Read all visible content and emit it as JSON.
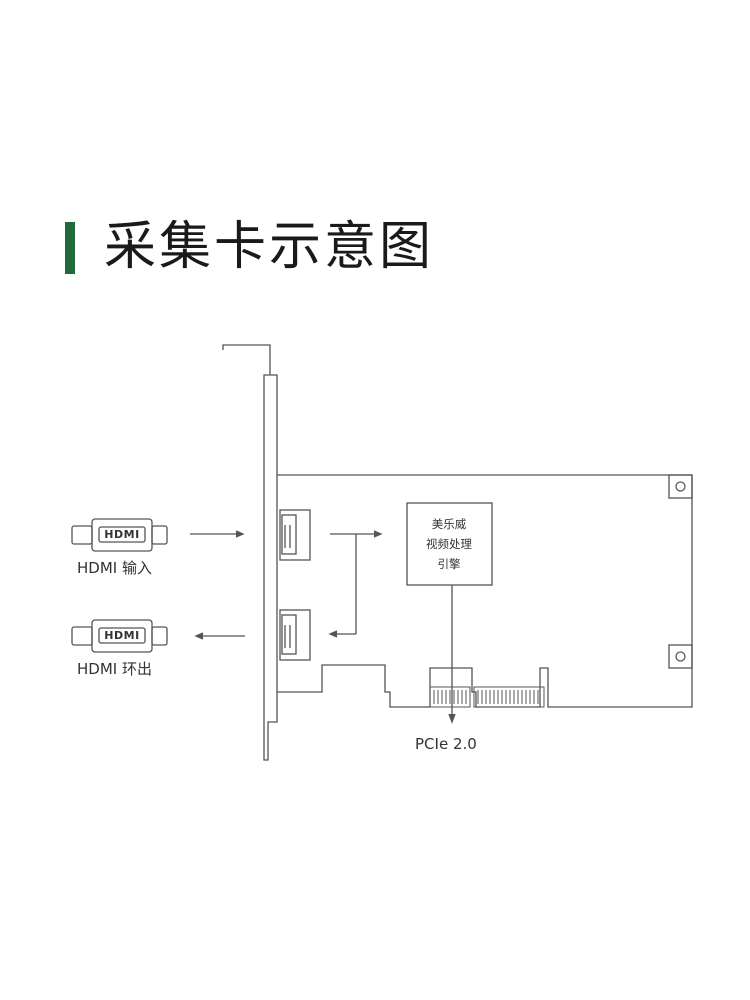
{
  "header": {
    "title": "采集卡示意图",
    "accent_color": "#1f6b3a"
  },
  "diagram": {
    "input_label": "HDMI 输入",
    "output_label": "HDMI 环出",
    "plug_text": "HDMI",
    "engine": {
      "line1": "美乐威",
      "line2": "视频处理",
      "line3": "引擎"
    },
    "bus_label": "PCIe 2.0",
    "line_color": "#555555"
  }
}
